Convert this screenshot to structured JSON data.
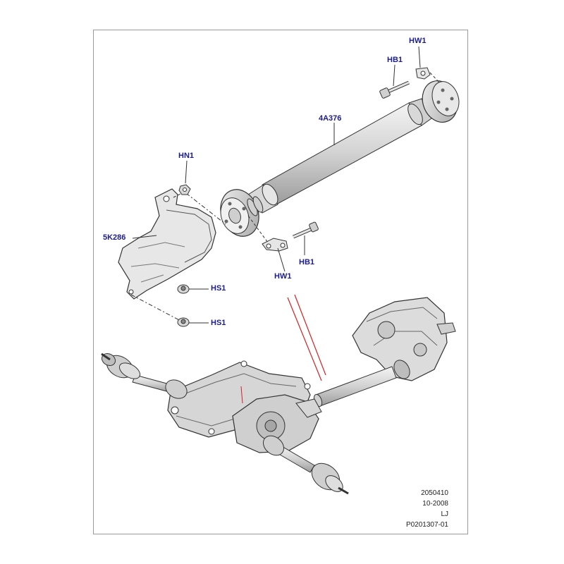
{
  "callouts": {
    "hw1_top": "HW1",
    "hb1_top": "HB1",
    "part_4a376": "4A376",
    "hn1": "HN1",
    "part_5k286": "5K286",
    "hw1_bottom": "HW1",
    "hb1_bottom": "HB1",
    "hs1_upper": "HS1",
    "hs1_lower": "HS1"
  },
  "footer": {
    "line1": "2050410",
    "line2": "10-2008",
    "line3": "LJ",
    "line4": "P0201307-01"
  },
  "colors": {
    "callout": "#1c1c8c",
    "line": "#333333",
    "highlight": "#d62020",
    "frame": "#9a9a9a"
  }
}
